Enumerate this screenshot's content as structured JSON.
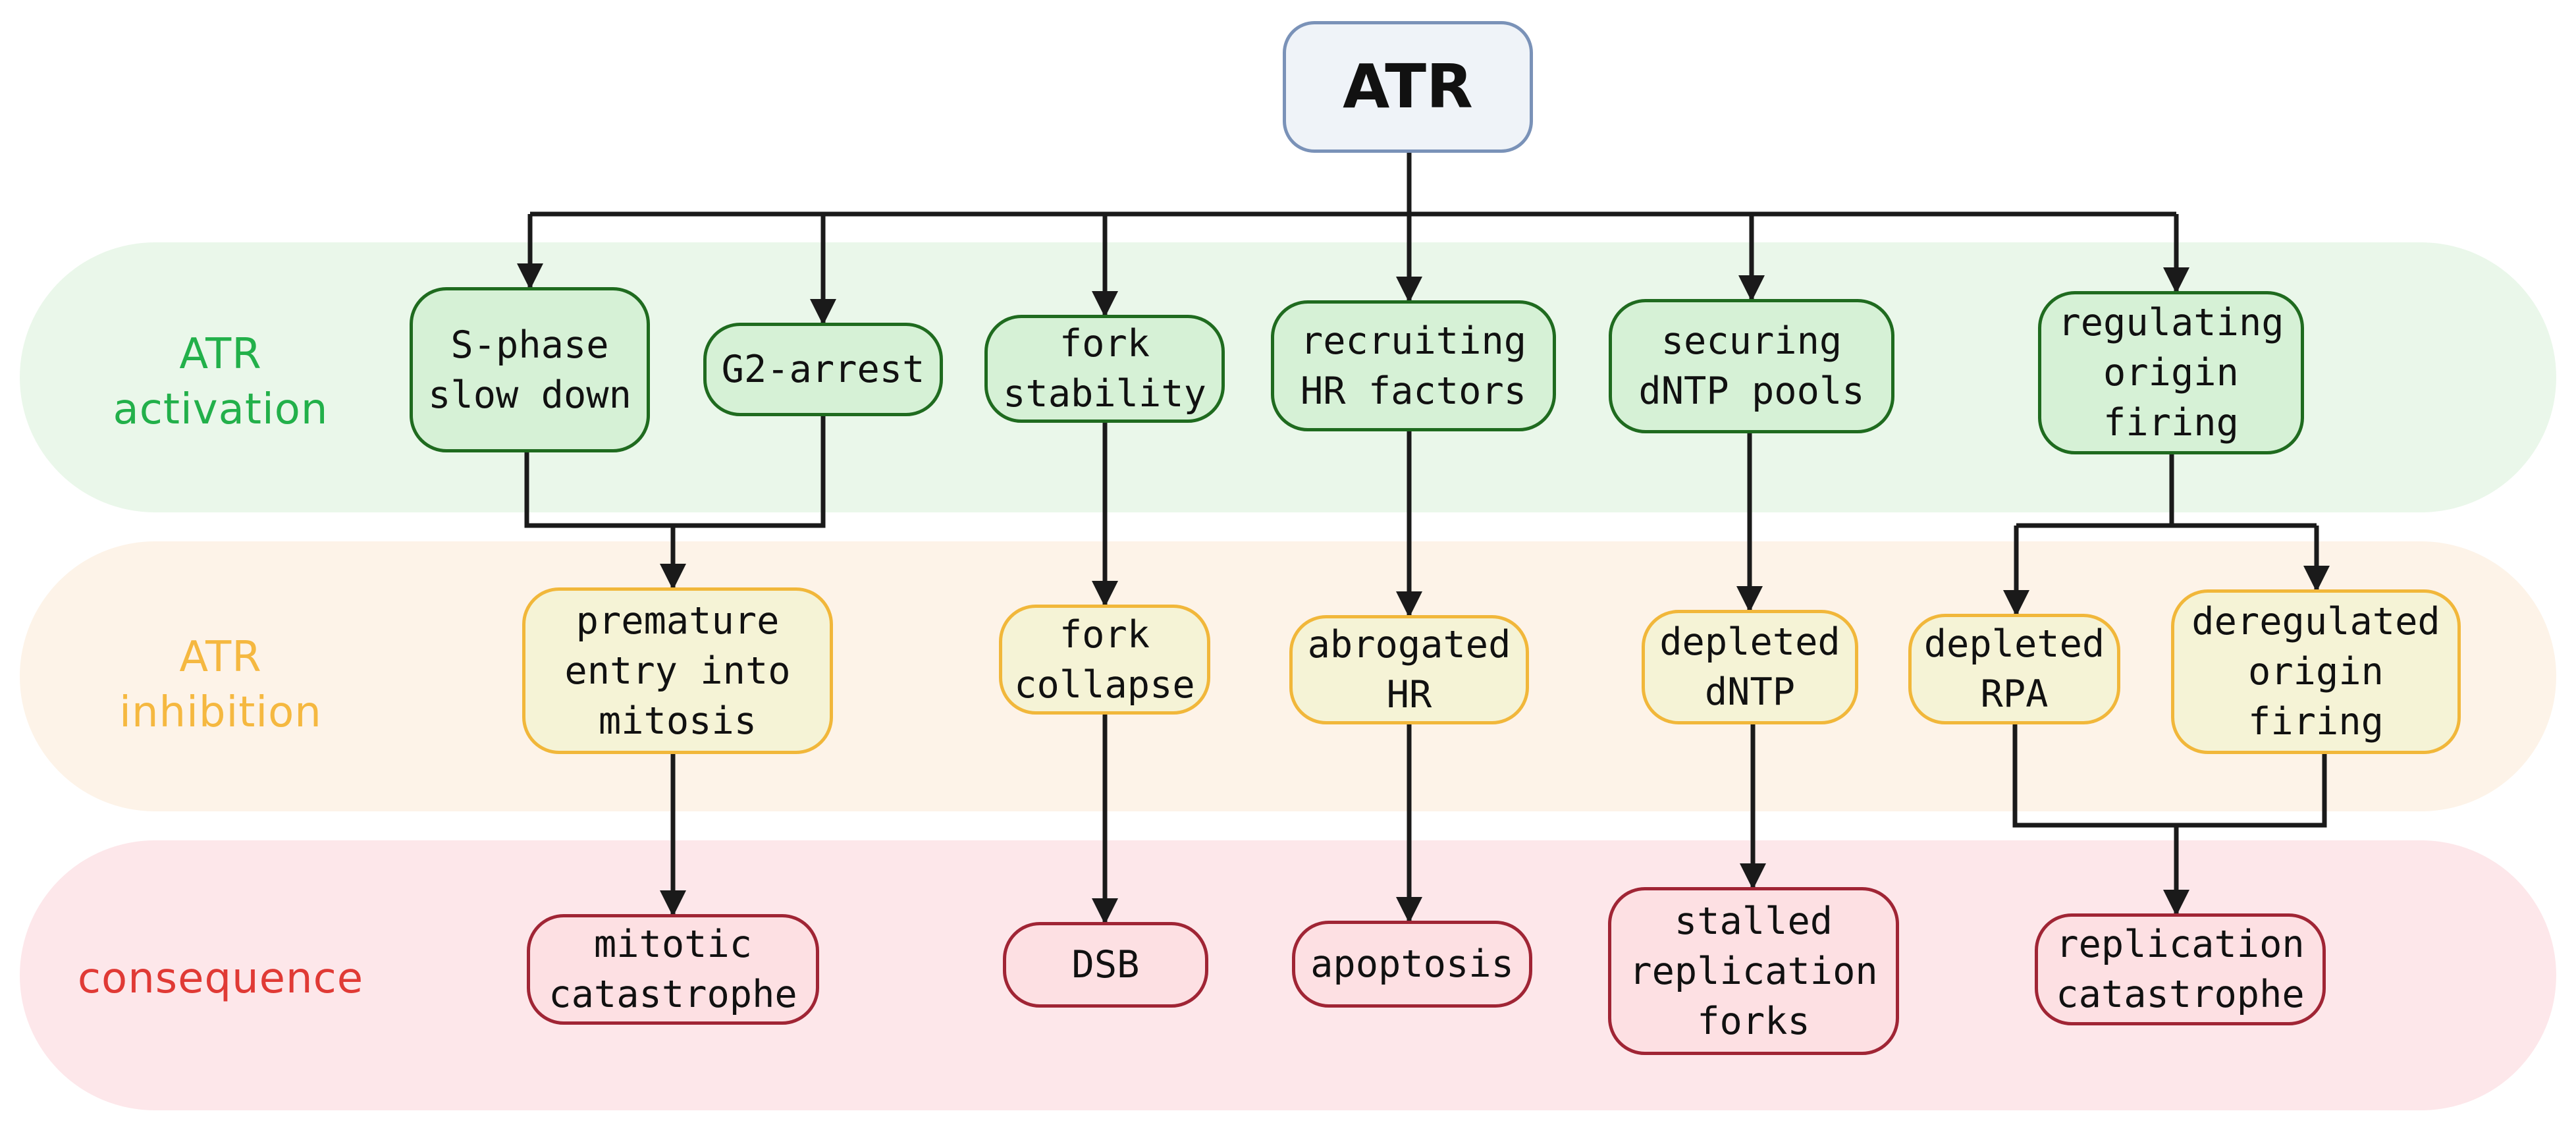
{
  "colors": {
    "activation_label": "#22b04a",
    "inhibition_label": "#f5b840",
    "consequence_label": "#e03a35",
    "line": "#1a1a1a"
  },
  "rows": {
    "activation": "ATR\nactivation",
    "inhibition": "ATR\ninhibition",
    "consequence": "consequence"
  },
  "nodes": {
    "atr": "ATR",
    "s_phase": "S-phase\nslow down",
    "g2_arrest": "G2-arrest",
    "fork_stability": "fork\nstability",
    "recruiting_hr": "recruiting\nHR factors",
    "securing_dntp": "securing\ndNTP pools",
    "regulating_origin": "regulating\norigin\nfiring",
    "premature_entry": "premature\nentry into\nmitosis",
    "fork_collapse": "fork\ncollapse",
    "abrogated_hr": "abrogated\nHR",
    "depleted_dntp": "depleted\ndNTP",
    "depleted_rpa": "depleted\nRPA",
    "deregulated_origin": "deregulated\norigin\nfiring",
    "mitotic_catastrophe": "mitotic\ncatastrophe",
    "dsb": "DSB",
    "apoptosis": "apoptosis",
    "stalled_forks": "stalled\nreplication\nforks",
    "replication_catastrophe": "replication\ncatastrophe"
  }
}
